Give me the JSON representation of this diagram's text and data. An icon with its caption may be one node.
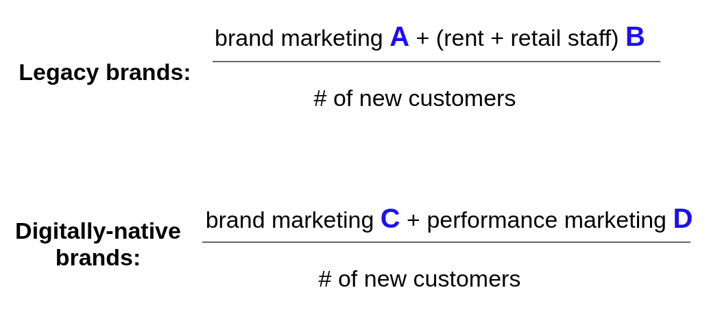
{
  "diagram": {
    "labels": [
      "Legacy brands:",
      "brand marketing **A** + (rent + retail staff) **B**",
      "# of new customers",
      "Digitally-native brands:",
      "brand marketing **C** + performance marketing **D**",
      "# of new customers"
    ]
  }
}
